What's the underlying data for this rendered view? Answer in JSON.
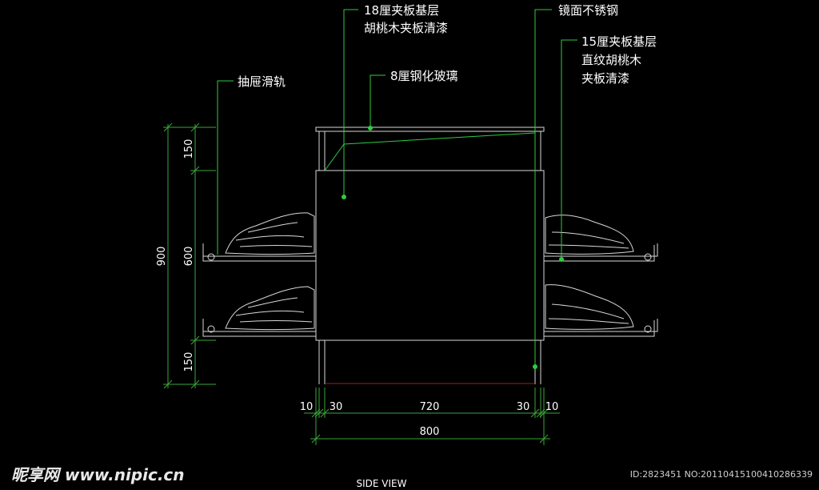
{
  "callouts": {
    "c1_line1": "18厘夹板基层",
    "c1_line2": "胡桃木夹板清漆",
    "c2": "镜面不锈钢",
    "c3_line1": "15厘夹板基层",
    "c3_line2": "直纹胡桃木",
    "c3_line3": "夹板清漆",
    "c4": "抽屉滑轨",
    "c5": "8厘钢化玻璃"
  },
  "dimensions": {
    "left_total": "900",
    "left_top": "150",
    "left_middle": "600",
    "left_bottom": "150",
    "bottom_left_outer": "10",
    "bottom_left_inner": "30",
    "bottom_middle": "720",
    "bottom_right_inner": "30",
    "bottom_right_outer": "10",
    "bottom_total": "800"
  },
  "footer": {
    "watermark": "昵享网 www.nipic.cn",
    "id_text": "ID:2823451 NO:20110415100410286339",
    "view_title": "SIDE VIEW"
  },
  "colors": {
    "background": "#000000",
    "leader_line": "#2ecc40",
    "dimension_line": "#3aa63a",
    "drawing_line": "#d8d8d8",
    "text": "#ffffff"
  }
}
